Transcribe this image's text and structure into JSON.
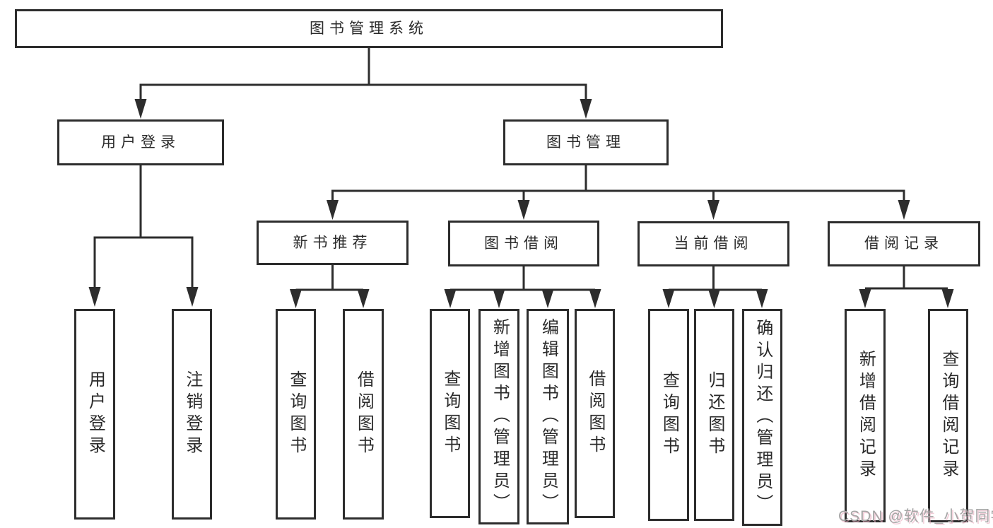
{
  "diagram": {
    "title": "图书管理系统",
    "branches": [
      {
        "label": "用户登录",
        "children": [
          {
            "label": "用户登录"
          },
          {
            "label": "注销登录"
          }
        ]
      },
      {
        "label": "图书管理",
        "children": [
          {
            "label": "新书推荐",
            "children": [
              {
                "label": "查询图书"
              },
              {
                "label": "借阅图书"
              }
            ]
          },
          {
            "label": "图书借阅",
            "children": [
              {
                "label": "查询图书"
              },
              {
                "label": "新增图书（管理员）"
              },
              {
                "label": "编辑图书（管理员）"
              },
              {
                "label": "借阅图书"
              }
            ]
          },
          {
            "label": "当前借阅",
            "children": [
              {
                "label": "查询图书"
              },
              {
                "label": "归还图书"
              },
              {
                "label": "确认归还（管理员）"
              }
            ]
          },
          {
            "label": "借阅记录",
            "children": [
              {
                "label": "新增借阅记录"
              },
              {
                "label": "查询借阅记录"
              }
            ]
          }
        ]
      }
    ]
  },
  "watermark": {
    "full": "CSDN @软件_小贺同学"
  },
  "colors": {
    "line": "#2d2d2d",
    "box_border": "#2d2d2d",
    "text": "#2a2a2a",
    "background": "#ffffff",
    "watermark_gray": "#a5a5a5",
    "watermark_pink": "#e8acbe"
  }
}
